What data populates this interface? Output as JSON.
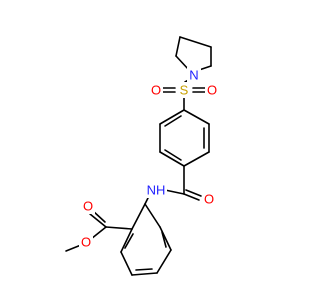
{
  "molecule": {
    "atoms": [
      {
        "id": "N_pyr",
        "symbol": "N",
        "color": "#1f1fff"
      },
      {
        "id": "S1",
        "symbol": "S",
        "color": "#c8a000"
      },
      {
        "id": "O_s1",
        "symbol": "O",
        "color": "#ff0000"
      },
      {
        "id": "O_s2",
        "symbol": "O",
        "color": "#ff0000"
      },
      {
        "id": "O_am",
        "symbol": "O",
        "color": "#ff0000"
      },
      {
        "id": "NH",
        "symbol": "NH",
        "color": "#1f1fff"
      },
      {
        "id": "O_est1",
        "symbol": "O",
        "color": "#ff0000"
      },
      {
        "id": "O_est2",
        "symbol": "O",
        "color": "#ff0000"
      }
    ]
  }
}
